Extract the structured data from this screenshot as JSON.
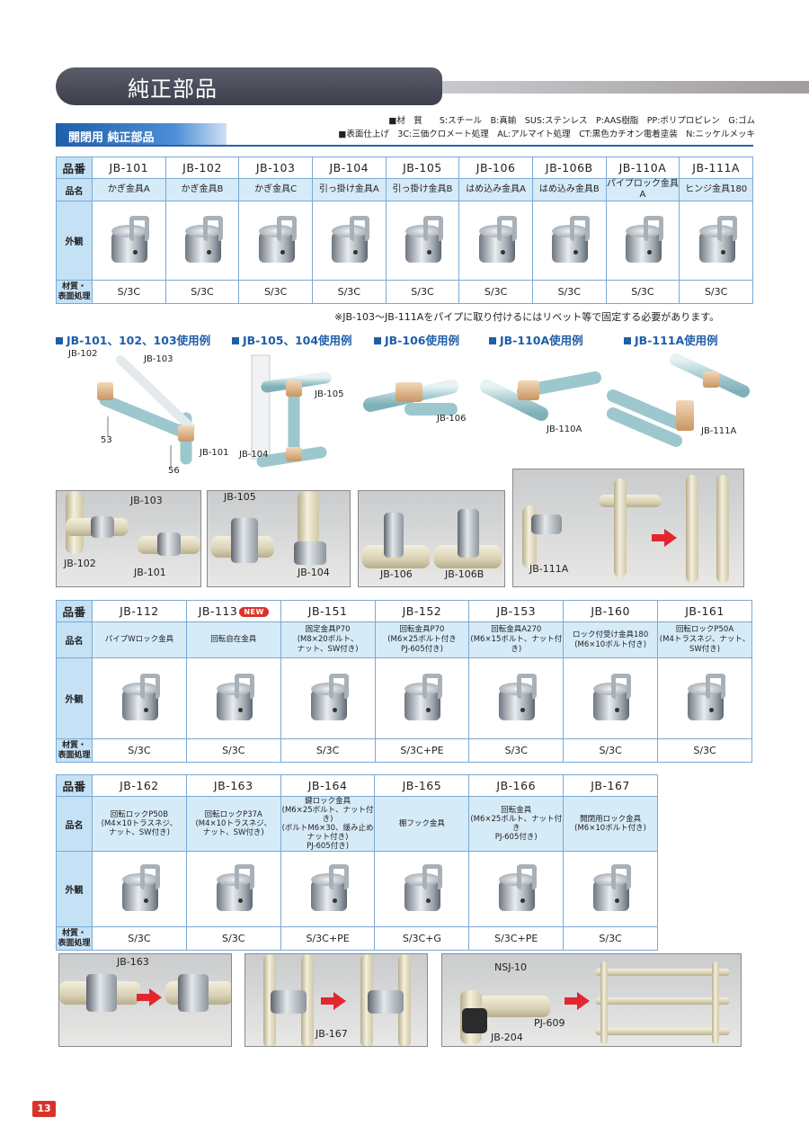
{
  "page_title": "純正部品",
  "section_title": "開閉用 純正部品",
  "legend": {
    "line1": "■材　質　　S:スチール　B:真鍮　SUS:ステンレス　P:AAS樹脂　PP:ポリプロピレン　G:ゴム",
    "line2": "■表面仕上げ　3C:三価クロメート処理　AL:アルマイト処理　CT:黒色カチオン電着塗装　N:ニッケルメッキ"
  },
  "row_labels": {
    "code": "品番",
    "name": "品名",
    "appearance": "外観",
    "material_1": "材質・",
    "material_2": "表面処理"
  },
  "table1": [
    {
      "code": "JB-101",
      "name": "かぎ金具A",
      "material": "S/3C"
    },
    {
      "code": "JB-102",
      "name": "かぎ金具B",
      "material": "S/3C"
    },
    {
      "code": "JB-103",
      "name": "かぎ金具C",
      "material": "S/3C"
    },
    {
      "code": "JB-104",
      "name": "引っ掛け金具A",
      "material": "S/3C"
    },
    {
      "code": "JB-105",
      "name": "引っ掛け金具B",
      "material": "S/3C"
    },
    {
      "code": "JB-106",
      "name": "はめ込み金具A",
      "material": "S/3C"
    },
    {
      "code": "JB-106B",
      "name": "はめ込み金具B",
      "material": "S/3C"
    },
    {
      "code": "JB-110A",
      "name": "パイプロック金具A",
      "material": "S/3C"
    },
    {
      "code": "JB-111A",
      "name": "ヒンジ金具180",
      "material": "S/3C"
    }
  ],
  "note": "※JB-103～JB-111Aをパイプに取り付けるにはリベット等で固定する必要があります。",
  "usage_headings": [
    "JB-101、102、103使用例",
    "JB-105、104使用例",
    "JB-106使用例",
    "JB-110A使用例",
    "JB-111A使用例"
  ],
  "diagram_labels": {
    "d1": [
      "JB-102",
      "JB-103",
      "53",
      "JB-101",
      "56"
    ],
    "d2": [
      "JB-105",
      "JB-104"
    ],
    "d3": [
      "JB-106"
    ],
    "d4": [
      "JB-110A"
    ],
    "d5": [
      "JB-111A"
    ]
  },
  "photo_labels_1": [
    "JB-103",
    "JB-102",
    "JB-101",
    "JB-105",
    "JB-104",
    "JB-106",
    "JB-106B",
    "JB-111A"
  ],
  "new_badge": "NEW",
  "table2": [
    {
      "code": "JB-112",
      "name": "パイプWロック金具",
      "material": "S/3C"
    },
    {
      "code": "JB-113",
      "name": "回転自在金具",
      "material": "S/3C"
    },
    {
      "code": "JB-151",
      "name": "固定金具P70\n(M8×20ボルト、\nナット、SW付き)",
      "material": "S/3C"
    },
    {
      "code": "JB-152",
      "name": "回転金具P70\n(M6×25ボルト付き\nPJ-605付き)",
      "material": "S/3C+PE"
    },
    {
      "code": "JB-153",
      "name": "回転金具A270\n(M6×15ボルト、ナット付き)",
      "material": "S/3C"
    },
    {
      "code": "JB-160",
      "name": "ロック付受け金具180\n(M6×10ボルト付き)",
      "material": "S/3C"
    },
    {
      "code": "JB-161",
      "name": "回転ロックP50A\n(M4トラスネジ、ナット、\nSW付き)",
      "material": "S/3C"
    }
  ],
  "table3": [
    {
      "code": "JB-162",
      "name": "回転ロックP50B\n(M4×10トラスネジ、\nナット、SW付き)",
      "material": "S/3C"
    },
    {
      "code": "JB-163",
      "name": "回転ロックP37A\n(M4×10トラスネジ、\nナット、SW付き)",
      "material": "S/3C"
    },
    {
      "code": "JB-164",
      "name": "鍵ロック金具\n(M6×25ボルト、ナット付き)\n(ボルトM6×30、緩み止めナット付き)\nPJ-605付き)",
      "material": "S/3C+PE"
    },
    {
      "code": "JB-165",
      "name": "棚フック金具",
      "material": "S/3C+G"
    },
    {
      "code": "JB-166",
      "name": "回転金具\n(M6×25ボルト、ナット付き\nPJ-605付き)",
      "material": "S/3C+PE"
    },
    {
      "code": "JB-167",
      "name": "開閉用ロック金具\n(M6×10ボルト付き)",
      "material": "S/3C"
    }
  ],
  "photo_labels_2": [
    "JB-163",
    "JB-167",
    "NSJ-10",
    "PJ-609",
    "JB-204"
  ],
  "page_number": "13",
  "colors": {
    "table_border": "#7ba9d4",
    "table_head": "#c4e1f5",
    "accent_blue": "#1f5ea8",
    "arrow_red": "#e3262d"
  }
}
